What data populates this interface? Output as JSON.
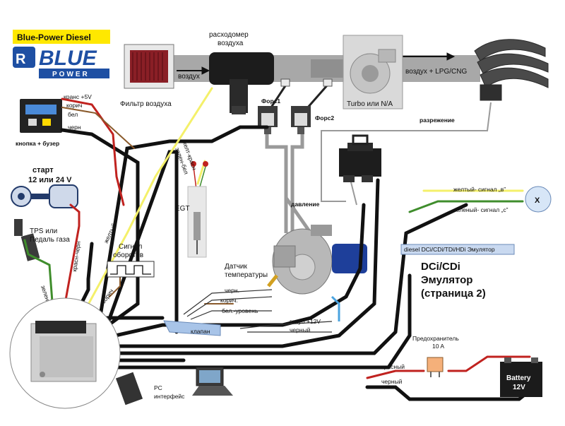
{
  "brand": {
    "title": "Blue-Power Diesel",
    "logo_top": "BLUE",
    "logo_bottom": "POWER"
  },
  "labels": {
    "flow_meter": "расходомер воздуха",
    "air_in": "воздух",
    "air_filter": "Фильтр воздуха",
    "turbo": "Turbo или N/A",
    "air_lpg": "воздух + LPG/CNG",
    "injector1": "Форс1",
    "injector2": "Форс2",
    "vacuum": "разрежение",
    "pressure": "давление",
    "switch_5v": "кранс +5V",
    "brown": "корич",
    "white": "бел",
    "black": "черн",
    "button_buzzer": "кнопка + бузер",
    "start": "старт",
    "voltage": "12 или 24 V",
    "tps1": "TPS или",
    "tps2": "Педаль газа",
    "red_black": "красн-черн",
    "green": "зеленый",
    "yellow": "желтый",
    "rpm_signal1": "Сигнал",
    "rpm_signal2": "оборотов",
    "brown2": "корич",
    "egt": "EGT",
    "yellow_red": "желт-красн",
    "green_white": "зелен-бел",
    "temp_sensor1": "Датчик",
    "temp_sensor2": "температуры",
    "black_s": "черн.",
    "brown_s": "корич.",
    "white_level": "бел.-уровень",
    "blue12": "голуб +12V",
    "black_w": "черный",
    "valve": "клапан",
    "signal_b": "желтый- сигнал „в”",
    "signal_c": "зеленый- сигнал „с”",
    "x_marker": "X",
    "emulator_tag": "diesel DCi/CDi/TDi/HDi Эмулятор",
    "emulator_t1": "DCi/CDi",
    "emulator_t2": "Эмулятор",
    "emulator_t3": "(страница 2)",
    "fuse1": "Предохранитель",
    "fuse2": "10 A",
    "red": "красный",
    "black_b": "черный",
    "battery1": "Battery",
    "battery2": "12V",
    "pc1": "PC",
    "pc2": "интерфейс"
  },
  "colors": {
    "wire_black": "#111111",
    "wire_yellow": "#f4f06a",
    "wire_red": "#c0221f",
    "wire_green": "#3f8d2c",
    "wire_brown": "#8a5a2b",
    "wire_blue": "#4aa3df",
    "hose_grey": "#9a9a9a",
    "pipe_grey": "#a9a9a9",
    "accent_blue": "#1e4fa3",
    "brand_yellow": "#ffe800"
  }
}
